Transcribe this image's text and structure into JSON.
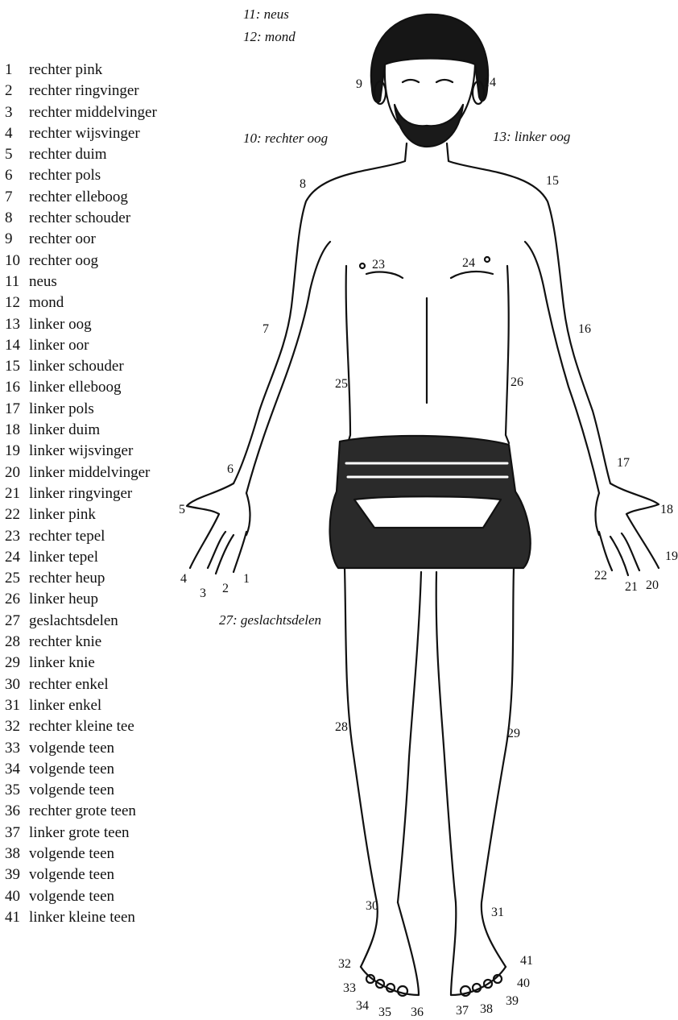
{
  "legend": [
    {
      "num": "1",
      "label": "rechter pink"
    },
    {
      "num": "2",
      "label": "rechter ringvinger"
    },
    {
      "num": "3",
      "label": "rechter middelvinger"
    },
    {
      "num": "4",
      "label": "rechter wijsvinger"
    },
    {
      "num": "5",
      "label": "rechter duim"
    },
    {
      "num": "6",
      "label": "rechter pols"
    },
    {
      "num": "7",
      "label": "rechter elleboog"
    },
    {
      "num": "8",
      "label": "rechter schouder"
    },
    {
      "num": "9",
      "label": "rechter oor"
    },
    {
      "num": "10",
      "label": "rechter oog"
    },
    {
      "num": "11",
      "label": "neus"
    },
    {
      "num": "12",
      "label": "mond"
    },
    {
      "num": "13",
      "label": "linker oog"
    },
    {
      "num": "14",
      "label": "linker oor"
    },
    {
      "num": "15",
      "label": "linker schouder"
    },
    {
      "num": "16",
      "label": "linker elleboog"
    },
    {
      "num": "17",
      "label": "linker pols"
    },
    {
      "num": "18",
      "label": "linker duim"
    },
    {
      "num": "19",
      "label": "linker wijsvinger"
    },
    {
      "num": "20",
      "label": "linker middelvinger"
    },
    {
      "num": "21",
      "label": "linker ringvinger"
    },
    {
      "num": "22",
      "label": "linker pink"
    },
    {
      "num": "23",
      "label": "rechter tepel"
    },
    {
      "num": "24",
      "label": "linker tepel"
    },
    {
      "num": "25",
      "label": "rechter heup"
    },
    {
      "num": "26",
      "label": "linker heup"
    },
    {
      "num": "27",
      "label": "geslachtsdelen"
    },
    {
      "num": "28",
      "label": "rechter knie"
    },
    {
      "num": "29",
      "label": "linker knie"
    },
    {
      "num": "30",
      "label": "rechter enkel"
    },
    {
      "num": "31",
      "label": "linker enkel"
    },
    {
      "num": "32",
      "label": "rechter kleine tee"
    },
    {
      "num": "33",
      "label": "volgende teen"
    },
    {
      "num": "34",
      "label": "volgende teen"
    },
    {
      "num": "35",
      "label": "volgende teen"
    },
    {
      "num": "36",
      "label": "rechter grote teen"
    },
    {
      "num": "37",
      "label": "linker grote teen"
    },
    {
      "num": "38",
      "label": "volgende teen"
    },
    {
      "num": "39",
      "label": "volgende teen"
    },
    {
      "num": "40",
      "label": "volgende teen"
    },
    {
      "num": "41",
      "label": "linker kleine teen"
    }
  ],
  "callouts": {
    "neus": "11: neus",
    "mond": "12: mond",
    "rechter_oog": "10: rechter oog",
    "linker_oog": "13: linker oog",
    "geslachtsdelen": "27: geslachtsdelen"
  },
  "markers": {
    "m1": "1",
    "m2": "2",
    "m3": "3",
    "m4": "4",
    "m5": "5",
    "m6": "6",
    "m7": "7",
    "m8": "8",
    "m9": "9",
    "m14": "14",
    "m15": "15",
    "m16": "16",
    "m17": "17",
    "m18": "18",
    "m19": "19",
    "m20": "20",
    "m21": "21",
    "m22": "22",
    "m23": "23",
    "m24": "24",
    "m25": "25",
    "m26": "26",
    "m28": "28",
    "m29": "29",
    "m30": "30",
    "m31": "31",
    "m32": "32",
    "m33": "33",
    "m34": "34",
    "m35": "35",
    "m36": "36",
    "m37": "37",
    "m38": "38",
    "m39": "39",
    "m40": "40",
    "m41": "41"
  }
}
